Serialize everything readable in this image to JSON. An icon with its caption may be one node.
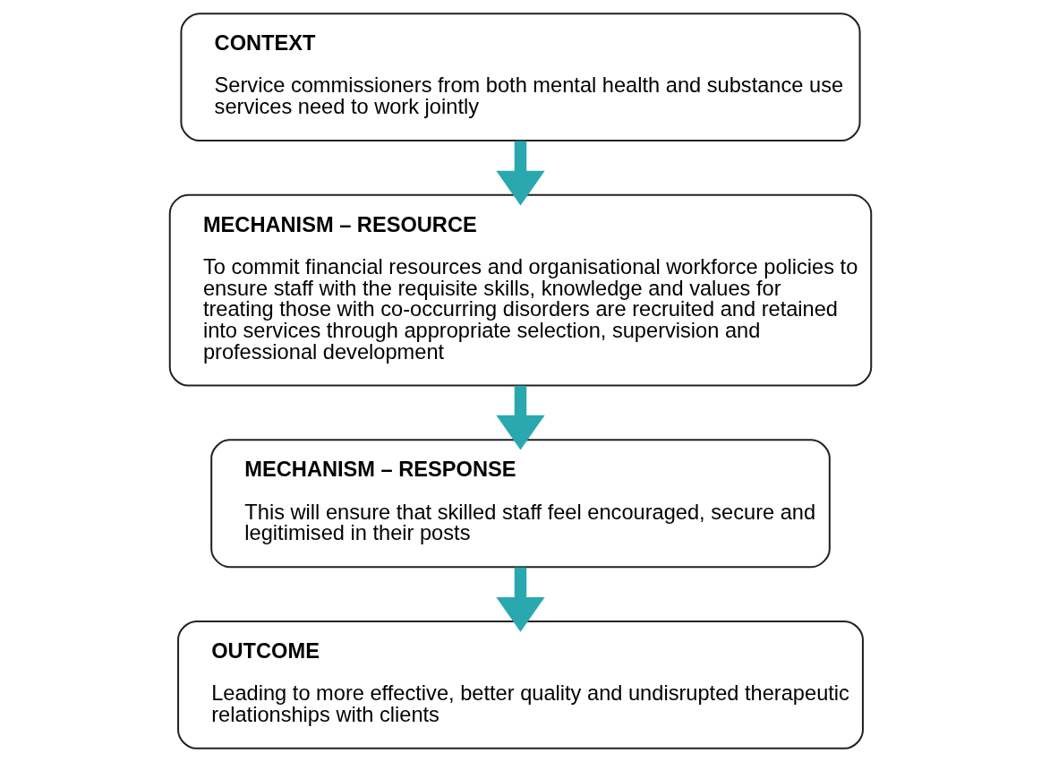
{
  "diagram": {
    "nodes": [
      {
        "text": [
          "CONTEXT",
          "Service commissioners from both mental health and substance use services need to work jointly"
        ]
      },
      {
        "text": [
          "MECHANISM – RESOURCE",
          "To commit financial resources and organisational workforce policies to ensure staff with the requisite skills, knowledge and values for treating those with co-occurring disorders are recruited and retained into services through appropriate selection, supervision and professional development"
        ]
      },
      {
        "text": [
          "MECHANISM – RESPONSE",
          "This will ensure that skilled staff feel encouraged, secure and legitimised in their posts"
        ]
      },
      {
        "text": [
          "OUTCOME",
          "Leading to more effective, better quality and undisrupted therapeutic relationships with clients"
        ]
      }
    ],
    "edges": [
      {
        "from": 0,
        "to": 1,
        "arrow": "to"
      },
      {
        "from": 1,
        "to": 2,
        "arrow": "to"
      },
      {
        "from": 2,
        "to": 3,
        "arrow": "to"
      }
    ]
  }
}
